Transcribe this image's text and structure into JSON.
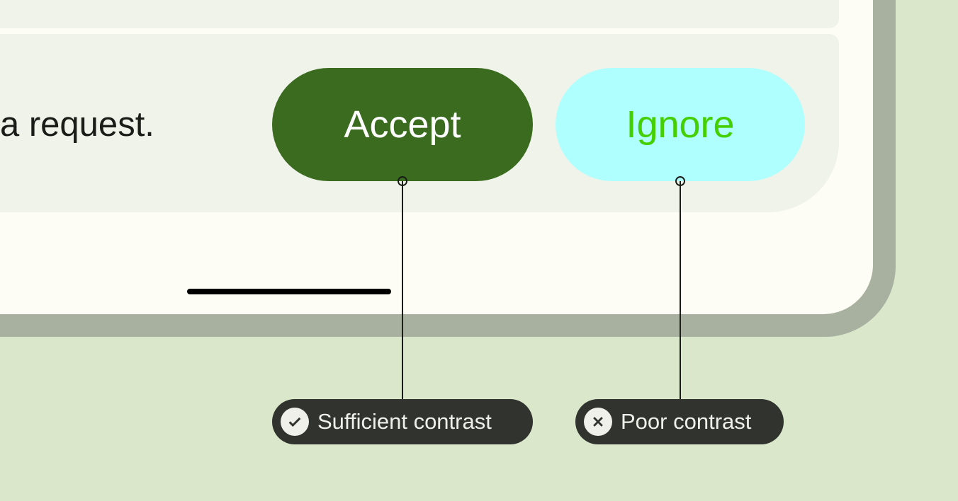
{
  "message_text": "a request.",
  "buttons": {
    "accept": "Accept",
    "ignore": "Ignore"
  },
  "annotations": [
    {
      "label": "Sufficient contrast",
      "icon": "check-circle-icon"
    },
    {
      "label": "Poor contrast",
      "icon": "x-circle-icon"
    }
  ],
  "colors": {
    "background": "#dae7cb",
    "accept_bg": "#3a6b1f",
    "accept_text": "#ffffff",
    "ignore_bg": "#aefffd",
    "ignore_text": "#44d000",
    "badge_bg": "#30332e"
  }
}
